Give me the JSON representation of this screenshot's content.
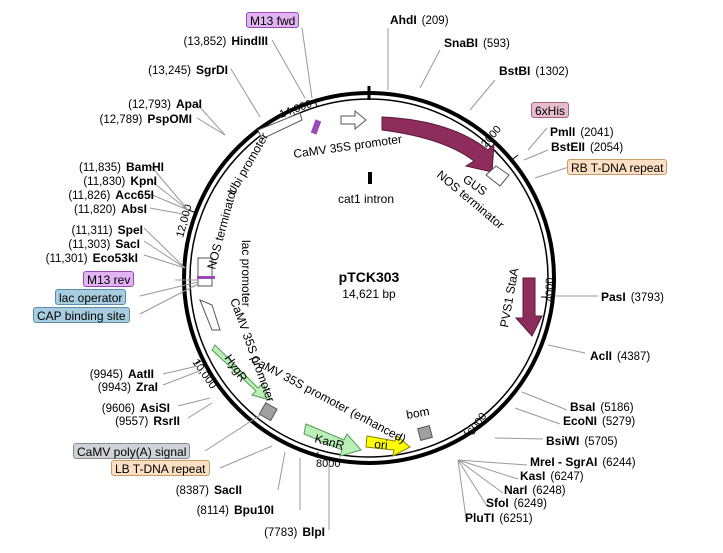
{
  "plasmid": {
    "name": "pTCK303",
    "length": "14,621 bp"
  },
  "sites": [
    {
      "enzyme": "AhdI",
      "pos": "(209)"
    },
    {
      "enzyme": "SnaBI",
      "pos": "(593)"
    },
    {
      "enzyme": "BstBI",
      "pos": "(1302)"
    },
    {
      "enzyme": "PmlI",
      "pos": "(2041)"
    },
    {
      "enzyme": "BstEII",
      "pos": "(2054)"
    },
    {
      "enzyme": "PasI",
      "pos": "(3793)"
    },
    {
      "enzyme": "AclI",
      "pos": "(4387)"
    },
    {
      "enzyme": "BsaI",
      "pos": "(5186)"
    },
    {
      "enzyme": "EcoNI",
      "pos": "(5279)"
    },
    {
      "enzyme": "BsiWI",
      "pos": "(5705)"
    },
    {
      "enzyme": "MreI - SgrAI",
      "pos": "(6244)"
    },
    {
      "enzyme": "KasI",
      "pos": "(6247)"
    },
    {
      "enzyme": "NarI",
      "pos": "(6248)"
    },
    {
      "enzyme": "SfoI",
      "pos": "(6249)"
    },
    {
      "enzyme": "PluTI",
      "pos": "(6251)"
    },
    {
      "enzyme": "BlpI",
      "pos": "(7783)"
    },
    {
      "enzyme": "Bpu10I",
      "pos": "(8114)"
    },
    {
      "enzyme": "SacII",
      "pos": "(8387)"
    },
    {
      "enzyme": "RsrII",
      "pos": "(9557)"
    },
    {
      "enzyme": "AsiSI",
      "pos": "(9606)"
    },
    {
      "enzyme": "ZraI",
      "pos": "(9943)"
    },
    {
      "enzyme": "AatII",
      "pos": "(9945)"
    },
    {
      "enzyme": "Eco53kI",
      "pos": "(11,301)"
    },
    {
      "enzyme": "SacI",
      "pos": "(11,303)"
    },
    {
      "enzyme": "SpeI",
      "pos": "(11,311)"
    },
    {
      "enzyme": "AbsI",
      "pos": "(11,820)"
    },
    {
      "enzyme": "Acc65I",
      "pos": "(11,826)"
    },
    {
      "enzyme": "KpnI",
      "pos": "(11,830)"
    },
    {
      "enzyme": "BamHI",
      "pos": "(11,835)"
    },
    {
      "enzyme": "PspOMI",
      "pos": "(12,789)"
    },
    {
      "enzyme": "ApaI",
      "pos": "(12,793)"
    },
    {
      "enzyme": "SgrDI",
      "pos": "(13,245)"
    },
    {
      "enzyme": "HindIII",
      "pos": "(13,852)"
    }
  ],
  "tags": [
    {
      "text": "M13 fwd",
      "bg": "#e2b3f2",
      "border": "#9a49b8"
    },
    {
      "text": "6xHis",
      "bg": "#e8bccd",
      "border": "#a8627e"
    },
    {
      "text": "RB T-DNA repeat",
      "bg": "#fde0c3",
      "border": "#c99b6d"
    },
    {
      "text": "M13 rev",
      "bg": "#e2b3f2",
      "border": "#9a49b8"
    },
    {
      "text": "lac operator",
      "bg": "#a8cde0",
      "border": "#5c8da8"
    },
    {
      "text": "CAP binding site",
      "bg": "#a8cde0",
      "border": "#5c8da8"
    },
    {
      "text": "CaMV poly(A) signal",
      "bg": "#cfd2d6",
      "border": "#8a8e93"
    },
    {
      "text": "LB T-DNA repeat",
      "bg": "#fde0c3",
      "border": "#c99b6d"
    }
  ],
  "features": [
    {
      "text": "CaMV 35S promoter"
    },
    {
      "text": "cat1 intron"
    },
    {
      "text": "GUS"
    },
    {
      "text": "NOS terminator"
    },
    {
      "text": "PVS1 StaA"
    },
    {
      "text": "Ubi promoter"
    },
    {
      "text": "NOS terminator"
    },
    {
      "text": "lac promoter"
    },
    {
      "text": "CaMV 35S promoter"
    },
    {
      "text": "HygR"
    },
    {
      "text": "CaMV 35S promoter (enhanced)"
    },
    {
      "text": "KanR"
    },
    {
      "text": "ori"
    },
    {
      "text": "bom"
    }
  ],
  "ticks": [
    "2000",
    "4000",
    "6000",
    "8000",
    "10,000",
    "12,000",
    "14,000"
  ],
  "colors": {
    "gus": "#8e2c5c",
    "hygr": "#b8f0b8",
    "kanr": "#b8f0b8",
    "ori": "#ffff00",
    "bom": "#a0a0a0"
  }
}
